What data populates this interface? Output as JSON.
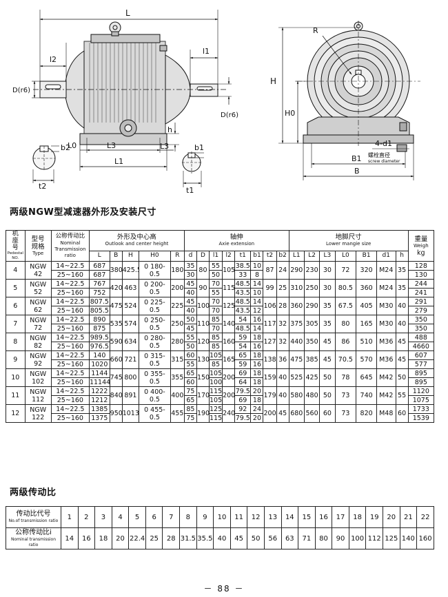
{
  "drawing": {
    "front_labels": {
      "L": "L",
      "l2": "l2",
      "l1": "l1",
      "D": "D(r6)",
      "d": "D(r6)",
      "h": "h",
      "L0": "L0",
      "L3_left": "L3",
      "L3_right": "L3",
      "L1": "L1",
      "b2": "b2",
      "t2": "t2",
      "b1": "b1",
      "t1": "t1"
    },
    "side_labels": {
      "R": "R",
      "H": "H",
      "H0": "H0",
      "bolts": "4-d1",
      "screw_cn": "螺栓直径",
      "screw_en": "screw diameter",
      "B1": "B1",
      "B": "B"
    }
  },
  "table1": {
    "title": "两级NGW型减速器外形及安装尺寸",
    "headers": {
      "seat_cn": "机座号",
      "seat_en": "Pedestal NO.",
      "type_cn": "型号规格",
      "type_en": "Type",
      "ratio_cn": "公称传动比",
      "ratio_en": "Nominal Transmission ratio",
      "outlook_cn": "外形及中心高",
      "outlook_en": "Outlook and center height",
      "axle_cn": "轴伸",
      "axle_en": "Axie extension",
      "mangle_cn": "地脚尺寸",
      "mangle_en": "Lower mangie size",
      "weight_cn": "重量",
      "weight_en": "Weigh",
      "weight_unit": "kg"
    },
    "columns": [
      "L",
      "B",
      "H",
      "H0",
      "R",
      "d",
      "D",
      "l1",
      "l2",
      "t1",
      "b1",
      "t2",
      "b2",
      "L1",
      "L2",
      "L3",
      "L0",
      "B1",
      "d1",
      "h"
    ],
    "rows": [
      {
        "seat": "4",
        "type": "NGW 42",
        "r1": "14~22.5",
        "r2": "25~160",
        "L1v": "687",
        "L2v": "687",
        "B": "380",
        "H": "425.5",
        "H0": "0 180-0.5",
        "R": "180",
        "d1v": "35",
        "d2v": "30",
        "D": "80",
        "l1a": "55",
        "l1b": "50",
        "l2": "105",
        "t1a": "38.5",
        "t1b": "33",
        "b1a": "10",
        "b1b": "8",
        "t2": "87",
        "b2": "24",
        "LL1": "290",
        "LL2": "230",
        "LL3": "30",
        "L0": "72",
        "B1": "320",
        "dd": "M24",
        "h": "35",
        "w1": "128",
        "w2": "130"
      },
      {
        "seat": "5",
        "type": "NGW 52",
        "r1": "14~22.5",
        "r2": "25~160",
        "L1v": "767",
        "L2v": "752",
        "B": "420",
        "H": "463",
        "H0": "0 200-0.5",
        "R": "200",
        "d1v": "45",
        "d2v": "40",
        "D": "90",
        "l1a": "70",
        "l1b": "55",
        "l2": "115",
        "t1a": "48.5",
        "t1b": "43.5",
        "b1a": "14",
        "b1b": "10",
        "t2": "99",
        "b2": "25",
        "LL1": "310",
        "LL2": "250",
        "LL3": "30",
        "L0": "80.5",
        "B1": "360",
        "dd": "M24",
        "h": "35",
        "w1": "244",
        "w2": "241"
      },
      {
        "seat": "6",
        "type": "NGW 62",
        "r1": "14~22.5",
        "r2": "25~160",
        "L1v": "807.5",
        "L2v": "805.5",
        "B": "475",
        "H": "524",
        "H0": "0 225-0.5",
        "R": "225",
        "d1v": "45",
        "d2v": "40",
        "D": "100",
        "l1a": "70",
        "l1b": "70",
        "l2": "125",
        "t1a": "48.5",
        "t1b": "43.5",
        "b1a": "14",
        "b1b": "12",
        "t2": "106",
        "b2": "28",
        "LL1": "360",
        "LL2": "290",
        "LL3": "35",
        "L0": "67.5",
        "B1": "405",
        "dd": "M30",
        "h": "40",
        "w1": "291",
        "w2": "279"
      },
      {
        "seat": "7",
        "type": "NGW 72",
        "r1": "14~22.5",
        "r2": "25~160",
        "L1v": "890",
        "L2v": "875",
        "B": "535",
        "H": "574",
        "H0": "0 250-0.5",
        "R": "250",
        "d1v": "50",
        "d2v": "45",
        "D": "110",
        "l1a": "85",
        "l1b": "70",
        "l2": "140",
        "t1a": "54",
        "t1b": "48.5",
        "b1a": "16",
        "b1b": "14",
        "t2": "117",
        "b2": "32",
        "LL1": "375",
        "LL2": "305",
        "LL3": "35",
        "L0": "80",
        "B1": "165",
        "dd": "M30",
        "h": "40",
        "w1": "350",
        "w2": "350"
      },
      {
        "seat": "8",
        "type": "NGW 82",
        "r1": "14~22.5",
        "r2": "25~160",
        "L1v": "989.5",
        "L2v": "976.5",
        "B": "590",
        "H": "634",
        "H0": "0 280-0.5",
        "R": "280",
        "d1v": "55",
        "d2v": "50",
        "D": "120",
        "l1a": "85",
        "l1b": "85",
        "l2": "160",
        "t1a": "59",
        "t1b": "54",
        "b1a": "18",
        "b1b": "16",
        "t2": "127",
        "b2": "32",
        "LL1": "440",
        "LL2": "350",
        "LL3": "45",
        "L0": "86",
        "B1": "510",
        "dd": "M36",
        "h": "45",
        "w1": "488",
        "w2": "4660"
      },
      {
        "seat": "9",
        "type": "NGW 92",
        "r1": "14~22.5",
        "r2": "25~160",
        "L1v": "140",
        "L2v": "1020",
        "B": "660",
        "H": "721",
        "H0": "0 315-0.5",
        "R": "315",
        "d1v": "60",
        "d2v": "55",
        "D": "130",
        "l1a": "105",
        "l1b": "85",
        "l2": "165",
        "t1a": "65",
        "t1b": "59",
        "b1a": "18",
        "b1b": "16",
        "t2": "138",
        "b2": "36",
        "LL1": "475",
        "LL2": "385",
        "LL3": "45",
        "L0": "70.5",
        "B1": "570",
        "dd": "M36",
        "h": "45",
        "w1": "607",
        "w2": "577"
      },
      {
        "seat": "10",
        "type": "NGW 102",
        "r1": "14~22.5",
        "r2": "25~160",
        "L1v": "1144",
        "L2v": "11144",
        "B": "745",
        "H": "800",
        "H0": "0 355-0.5",
        "R": "355",
        "d1v": "65",
        "d2v": "60",
        "D": "150",
        "l1a": "105",
        "l1b": "100",
        "l2": "200",
        "t1a": "69",
        "t1b": "64",
        "b1a": "18",
        "b1b": "18",
        "t2": "159",
        "b2": "40",
        "LL1": "525",
        "LL2": "425",
        "LL3": "50",
        "L0": "78",
        "B1": "645",
        "dd": "M42",
        "h": "50",
        "w1": "895",
        "w2": "895"
      },
      {
        "seat": "11",
        "type": "NGW 112",
        "r1": "14~22.5",
        "r2": "25~160",
        "L1v": "1222",
        "L2v": "1212",
        "B": "840",
        "H": "891",
        "H0": "0 400-0.5",
        "R": "400",
        "d1v": "75",
        "d2v": "65",
        "D": "170",
        "l1a": "115",
        "l1b": "105",
        "l2": "200",
        "t1a": "79.5",
        "t1b": "69",
        "b1a": "20",
        "b1b": "18",
        "t2": "179",
        "b2": "40",
        "LL1": "580",
        "LL2": "480",
        "LL3": "50",
        "L0": "73",
        "B1": "740",
        "dd": "M42",
        "h": "55",
        "w1": "1120",
        "w2": "1075"
      },
      {
        "seat": "12",
        "type": "NGW 122",
        "r1": "14~22.5",
        "r2": "25~160",
        "L1v": "1385",
        "L2v": "1375",
        "B": "950",
        "H": "1013",
        "H0": "0 455-0.5",
        "R": "455",
        "d1v": "85",
        "d2v": "75",
        "D": "190",
        "l1a": "125",
        "l1b": "115",
        "l2": "240",
        "t1a": "92",
        "t1b": "79.5",
        "b1a": "24",
        "b1b": "20",
        "t2": "200",
        "b2": "45",
        "LL1": "680",
        "LL2": "560",
        "LL3": "60",
        "L0": "73",
        "B1": "820",
        "dd": "M48",
        "h": "60",
        "w1": "1733",
        "w2": "1539"
      }
    ]
  },
  "table2": {
    "title": "两级传动比",
    "code_cn": "传动比代号",
    "code_en": "No.of transmission ratio",
    "ratio_cn": "公称传动比i",
    "ratio_en": "Nominal transmission ratio",
    "codes": [
      "1",
      "2",
      "3",
      "4",
      "5",
      "6",
      "7",
      "8",
      "9",
      "10",
      "11",
      "12",
      "13",
      "14",
      "15",
      "16",
      "17",
      "18",
      "19",
      "20",
      "21",
      "22"
    ],
    "ratios": [
      "14",
      "16",
      "18",
      "20",
      "22.4",
      "25",
      "28",
      "31.5",
      "35.5",
      "40",
      "45",
      "50",
      "56",
      "63",
      "71",
      "80",
      "90",
      "100",
      "112",
      "125",
      "140",
      "160"
    ]
  },
  "page_number": "－ 88 －"
}
